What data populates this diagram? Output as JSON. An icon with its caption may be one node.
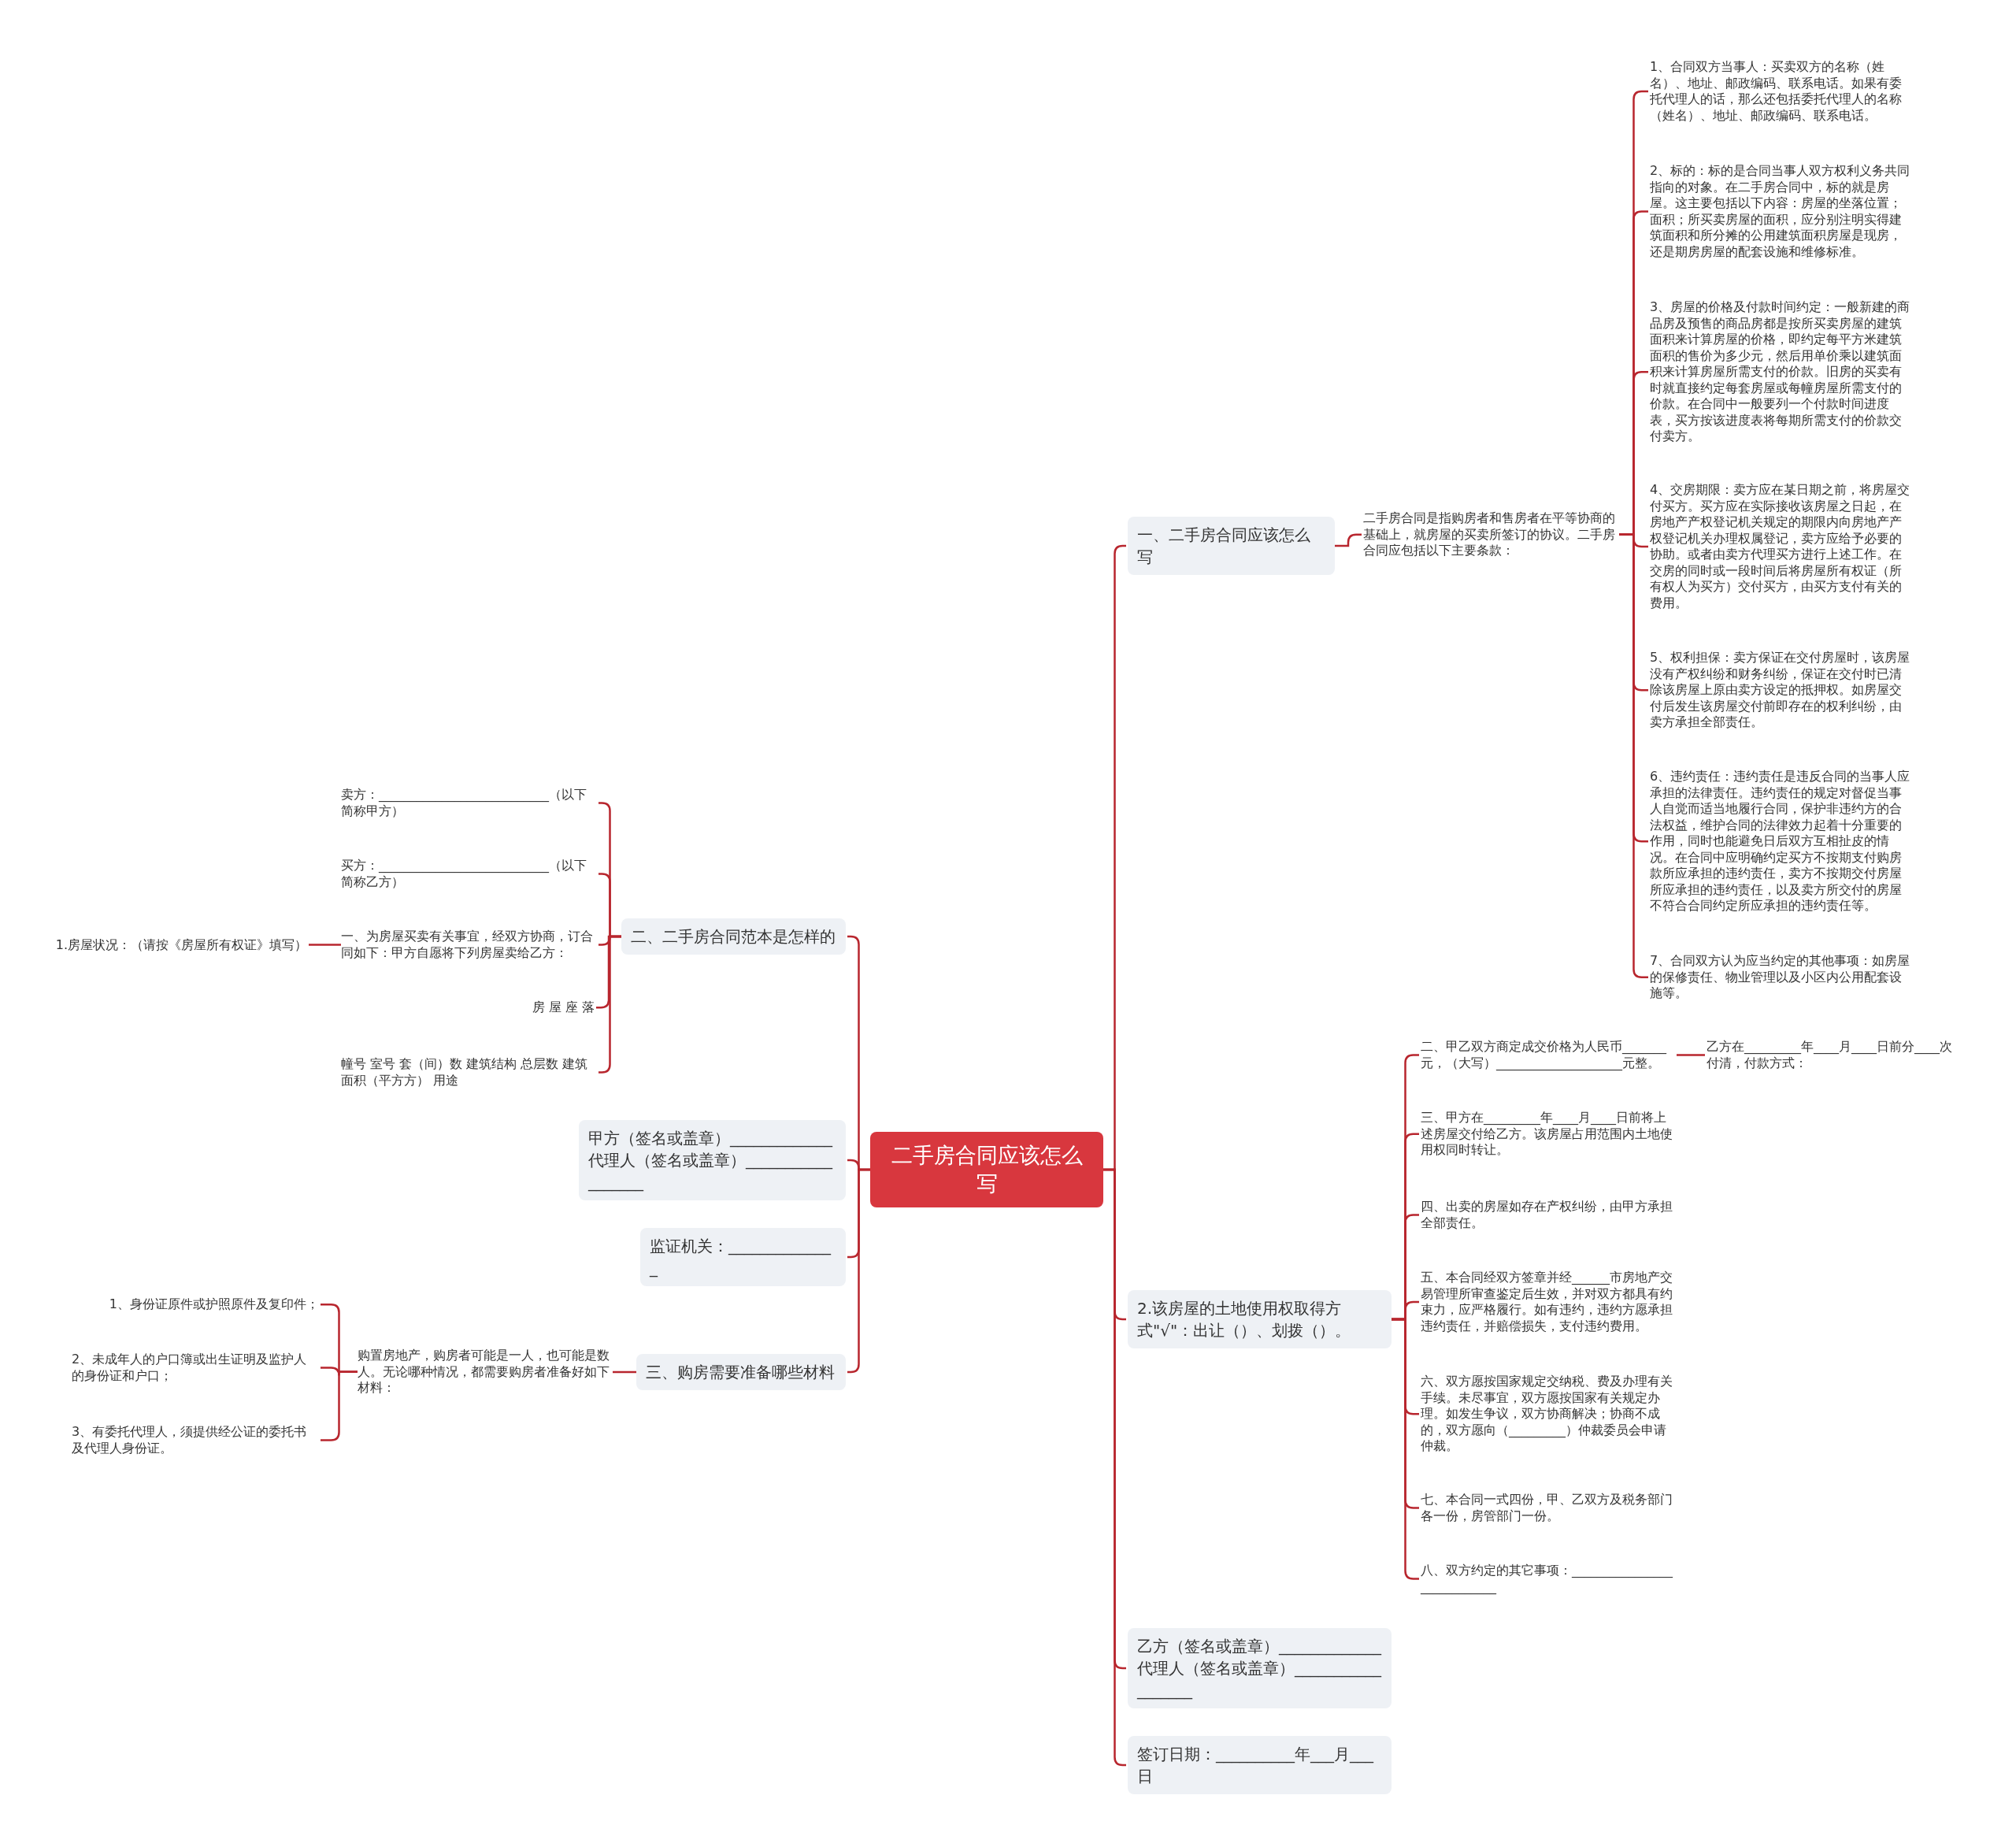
{
  "diagram": {
    "nodes": [
      {
        "text": [
          "二手房合同应该怎么写"
        ]
      },
      {
        "text": [
          "一、二手房合同应该怎么写"
        ]
      },
      {
        "text": [
          "二手房合同是指购房者和售房者在平等协商的基础上，就房屋的买卖所签订的协议。二手房合同应包括以下主要条款："
        ]
      },
      {
        "text": [
          "1、合同双方当事人：买卖双方的名称（姓名）、地址、邮政编码、联系电话。如果有委托代理人的话，那么还包括委托代理人的名称（姓名）、地址、邮政编码、联系电话。"
        ]
      },
      {
        "text": [
          "2、标的：标的是合同当事人双方权利义务共同指向的对象。在二手房合同中，标的就是房屋。这主要包括以下内容：房屋的坐落位置；面积；所买卖房屋的面积，应分别注明实得建筑面积和所分摊的公用建筑面积房屋是现房，还是期房房屋的配套设施和维修标准。"
        ]
      },
      {
        "text": [
          "3、房屋的价格及付款时间约定：一般新建的商品房及预售的商品房都是按所买卖房屋的建筑面积来计算房屋的价格，即约定每平方米建筑面积的售价为多少元，然后用单价乘以建筑面积来计算房屋所需支付的价款。旧房的买卖有时就直接约定每套房屋或每幢房屋所需支付的价款。在合同中一般要列一个付款时间进度表，买方按该进度表将每期所需支付的价款交付卖方。"
        ]
      },
      {
        "text": [
          "4、交房期限：卖方应在某日期之前，将房屋交付买方。买方应在实际接收该房屋之日起，在房地产产权登记机关规定的期限内向房地产产权登记机关办理权属登记，卖方应给予必要的协助。或者由卖方代理买方进行上述工作。在交房的同时或一段时间后将房屋所有权证（所有权人为买方）交付买方，由买方支付有关的费用。"
        ]
      },
      {
        "text": [
          "5、权利担保：卖方保证在交付房屋时，该房屋没有产权纠纷和财务纠纷，保证在交付时已清除该房屋上原由卖方设定的抵押权。如房屋交付后发生该房屋交付前即存在的权利纠纷，由卖方承担全部责任。"
        ]
      },
      {
        "text": [
          "6、违约责任：违约责任是违反合同的当事人应承担的法律责任。违约责任的规定对督促当事人自觉而适当地履行合同，保护非违约方的合法权益，维护合同的法律效力起着十分重要的作用，同时也能避免日后双方互相扯皮的情况。在合同中应明确约定买方不按期支付购房款所应承担的违约责任，卖方不按期交付房屋所应承担的违约责任，以及卖方所交付的房屋不符合合同约定所应承担的违约责任等。"
        ]
      },
      {
        "text": [
          "7、合同双方认为应当约定的其他事项：如房屋的保修责任、物业管理以及小区内公用配套设施等。"
        ]
      },
      {
        "text": [
          "2.该房屋的土地使用权取得方式\"√\"：出让（）、划拨（）。"
        ]
      },
      {
        "text": [
          "二、甲乙双方商定成交价格为人民币_______元，（大写）____________________元整。"
        ]
      },
      {
        "text": [
          "三、甲方在_________年____月____日前将上述房屋交付给乙方。该房屋占用范围内土地使用权同时转让。"
        ]
      },
      {
        "text": [
          "四、出卖的房屋如存在产权纠纷，由甲方承担全部责任。"
        ]
      },
      {
        "text": [
          "五、本合同经双方签章并经______市房地产交易管理所审查鉴定后生效，并对双方都具有约束力，应严格履行。如有违约，违约方愿承担违约责任，并赔偿损失，支付违约费用。"
        ]
      },
      {
        "text": [
          "六、双方愿按国家规定交纳税、费及办理有关手续。未尽事宜，双方愿按国家有关规定办理。如发生争议，双方协商解决；协商不成的，双方愿向（_________）仲裁委员会申请仲裁。"
        ]
      },
      {
        "text": [
          "七、本合同一式四份，甲、乙双方及税务部门各一份，房管部门一份。"
        ]
      },
      {
        "text": [
          "八、双方约定的其它事项：____________________________"
        ]
      },
      {
        "text": [
          "乙方在_________年____月____日前分____次付清，付款方式："
        ]
      },
      {
        "text": [
          "乙方（签名或盖章）_____________ 代理人（签名或盖章）__________________"
        ]
      },
      {
        "text": [
          "签订日期：__________年___月___日"
        ]
      },
      {
        "text": [
          "二、二手房合同范本是怎样的"
        ]
      },
      {
        "text": [
          "卖方：___________________________（以下简称甲方）"
        ]
      },
      {
        "text": [
          "买方：___________________________（以下简称乙方）"
        ]
      },
      {
        "text": [
          "一、为房屋买卖有关事宜，经双方协商，订合同如下：甲方自愿将下列房屋卖给乙方："
        ]
      },
      {
        "text": [
          "1.房屋状况：（请按《房屋所有权证》填写）"
        ]
      },
      {
        "text": [
          "房 屋 座 落"
        ]
      },
      {
        "text": [
          "幢号 室号 套（间）数 建筑结构 总层数 建筑面积（平方方） 用途"
        ]
      },
      {
        "text": [
          "甲方（签名或盖章）_____________ 代理人（签名或盖章）__________________"
        ]
      },
      {
        "text": [
          "监证机关：______________"
        ]
      },
      {
        "text": [
          "三、购房需要准备哪些材料"
        ]
      },
      {
        "text": [
          "购置房地产，购房者可能是一人，也可能是数人。无论哪种情况，都需要购房者准备好如下材料："
        ]
      },
      {
        "text": [
          "1、身份证原件或护照原件及复印件；"
        ]
      },
      {
        "text": [
          "2、未成年人的户口簿或出生证明及监护人的身份证和户口；"
        ]
      },
      {
        "text": [
          "3、有委托代理人，须提供经公证的委托书及代理人身份证。"
        ]
      }
    ],
    "edges": [
      {
        "from": 0,
        "to": 1,
        "arrow": "none"
      },
      {
        "from": 1,
        "to": 2,
        "arrow": "none"
      },
      {
        "from": 2,
        "to": 3,
        "arrow": "none"
      },
      {
        "from": 2,
        "to": 4,
        "arrow": "none"
      },
      {
        "from": 2,
        "to": 5,
        "arrow": "none"
      },
      {
        "from": 2,
        "to": 6,
        "arrow": "none"
      },
      {
        "from": 2,
        "to": 7,
        "arrow": "none"
      },
      {
        "from": 2,
        "to": 8,
        "arrow": "none"
      },
      {
        "from": 2,
        "to": 9,
        "arrow": "none"
      },
      {
        "from": 0,
        "to": 10,
        "arrow": "none"
      },
      {
        "from": 10,
        "to": 11,
        "arrow": "none"
      },
      {
        "from": 10,
        "to": 12,
        "arrow": "none"
      },
      {
        "from": 10,
        "to": 13,
        "arrow": "none"
      },
      {
        "from": 10,
        "to": 14,
        "arrow": "none"
      },
      {
        "from": 10,
        "to": 15,
        "arrow": "none"
      },
      {
        "from": 10,
        "to": 16,
        "arrow": "none"
      },
      {
        "from": 10,
        "to": 17,
        "arrow": "none"
      },
      {
        "from": 11,
        "to": 18,
        "arrow": "none"
      },
      {
        "from": 0,
        "to": 19,
        "arrow": "none"
      },
      {
        "from": 0,
        "to": 20,
        "arrow": "none"
      },
      {
        "from": 0,
        "to": 21,
        "arrow": "none"
      },
      {
        "from": 21,
        "to": 22,
        "arrow": "none"
      },
      {
        "from": 21,
        "to": 23,
        "arrow": "none"
      },
      {
        "from": 21,
        "to": 24,
        "arrow": "none"
      },
      {
        "from": 24,
        "to": 25,
        "arrow": "none"
      },
      {
        "from": 21,
        "to": 26,
        "arrow": "none"
      },
      {
        "from": 21,
        "to": 27,
        "arrow": "none"
      },
      {
        "from": 0,
        "to": 28,
        "arrow": "none"
      },
      {
        "from": 0,
        "to": 29,
        "arrow": "none"
      },
      {
        "from": 0,
        "to": 30,
        "arrow": "none"
      },
      {
        "from": 30,
        "to": 31,
        "arrow": "none"
      },
      {
        "from": 31,
        "to": 32,
        "arrow": "none"
      },
      {
        "from": 31,
        "to": 33,
        "arrow": "none"
      },
      {
        "from": 31,
        "to": 34,
        "arrow": "none"
      }
    ]
  }
}
